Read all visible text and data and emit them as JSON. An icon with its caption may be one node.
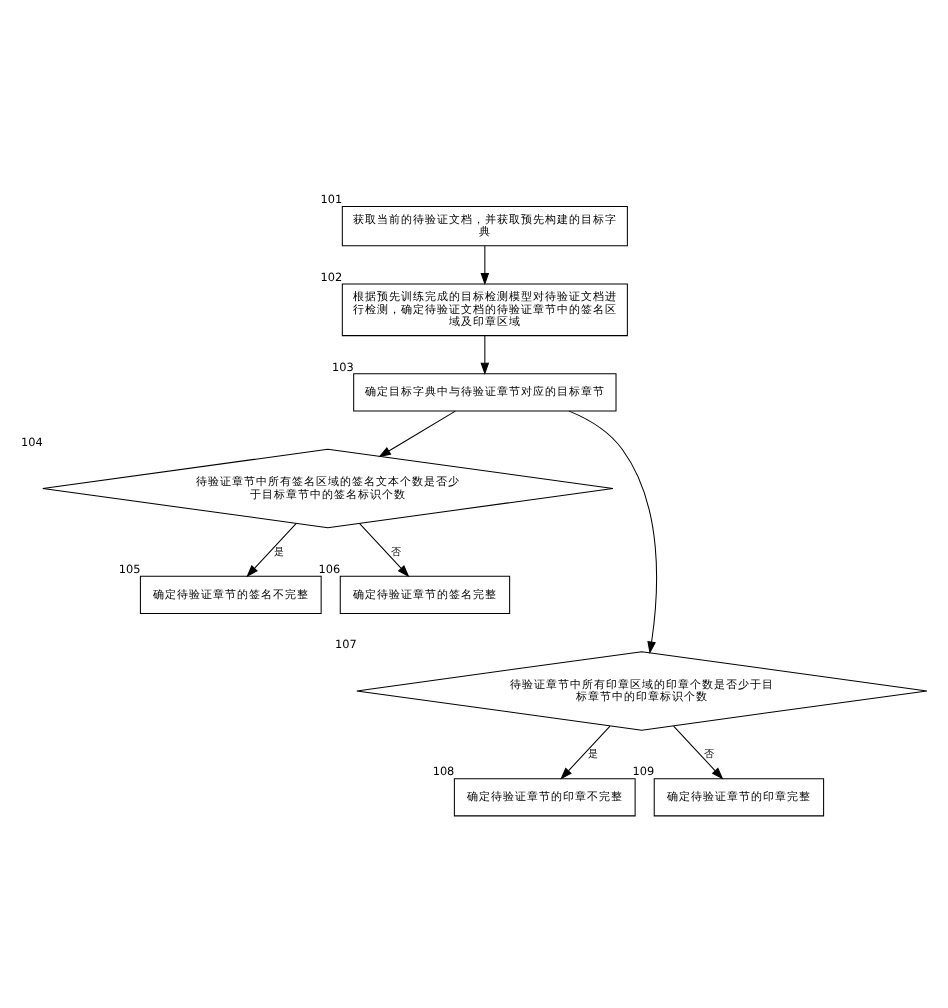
{
  "diagram": {
    "nodes": [
      {
        "text": [
          "获取当前的待验证文档，并获取预先构建的目标字典"
        ],
        "beside": [
          "101"
        ]
      },
      {
        "text": [
          "根据预先训练完成的目标检测模型对待验证文档进行检测，确定待验证文档的待验证章节中的签名区域及印章区域"
        ],
        "beside": [
          "102"
        ]
      },
      {
        "text": [
          "确定目标字典中与待验证章节对应的目标章节"
        ],
        "beside": [
          "103"
        ]
      },
      {
        "text": [
          "待验证章节中所有签名区域的签名文本个数是否少于目标章节中的签名标识个数"
        ],
        "beside": [
          "104"
        ]
      },
      {
        "text": [
          "确定待验证章节的签名不完整"
        ],
        "beside": [
          "105"
        ]
      },
      {
        "text": [
          "确定待验证章节的签名完整"
        ],
        "beside": [
          "106"
        ]
      },
      {
        "text": [
          "待验证章节中所有印章区域的印章个数是否少于目标章节中的印章标识个数"
        ],
        "beside": [
          "107"
        ]
      },
      {
        "text": [
          "确定待验证章节的印章不完整"
        ],
        "beside": [
          "108"
        ]
      },
      {
        "text": [
          "确定待验证章节的印章完整"
        ],
        "beside": [
          "109"
        ]
      }
    ],
    "edges": [
      {
        "from": 0,
        "to": 1,
        "arrow": "to"
      },
      {
        "from": 1,
        "to": 2,
        "arrow": "to"
      },
      {
        "from": 2,
        "to": 3,
        "arrow": "to"
      },
      {
        "from": 3,
        "to": 4,
        "arrow": "to",
        "label": "是"
      },
      {
        "from": 3,
        "to": 5,
        "arrow": "to",
        "label": "否"
      },
      {
        "from": 2,
        "to": 6,
        "arrow": "to"
      },
      {
        "from": 6,
        "to": 7,
        "arrow": "to",
        "label": "是"
      },
      {
        "from": 6,
        "to": 8,
        "arrow": "to",
        "label": "否"
      }
    ]
  }
}
